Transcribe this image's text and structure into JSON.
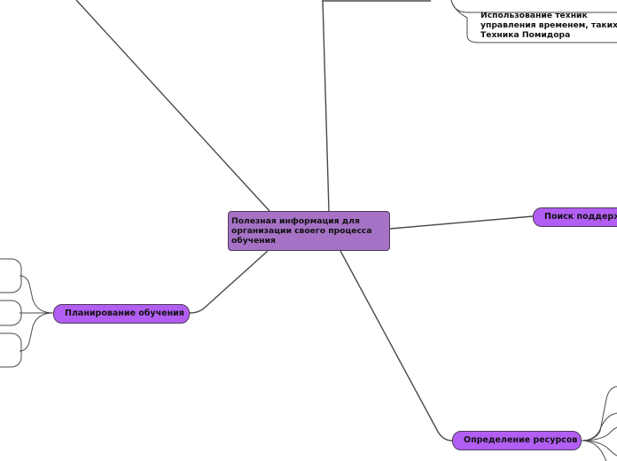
{
  "central": {
    "label": "Полезная информация для организации своего процесса обучения"
  },
  "branches": {
    "planning": "Планирование обучения",
    "support": "Поиск поддержки",
    "resources": "Определение ресурсов"
  },
  "notes": {
    "time_management_line1": "Использование техник",
    "time_management_line2": "управления временем, таких как",
    "time_management_line3": "Техника Помидора"
  },
  "colors": {
    "central_fill": "#a572c6",
    "branch_fill": "#b25ef2",
    "edge": "#4a4a4a"
  }
}
